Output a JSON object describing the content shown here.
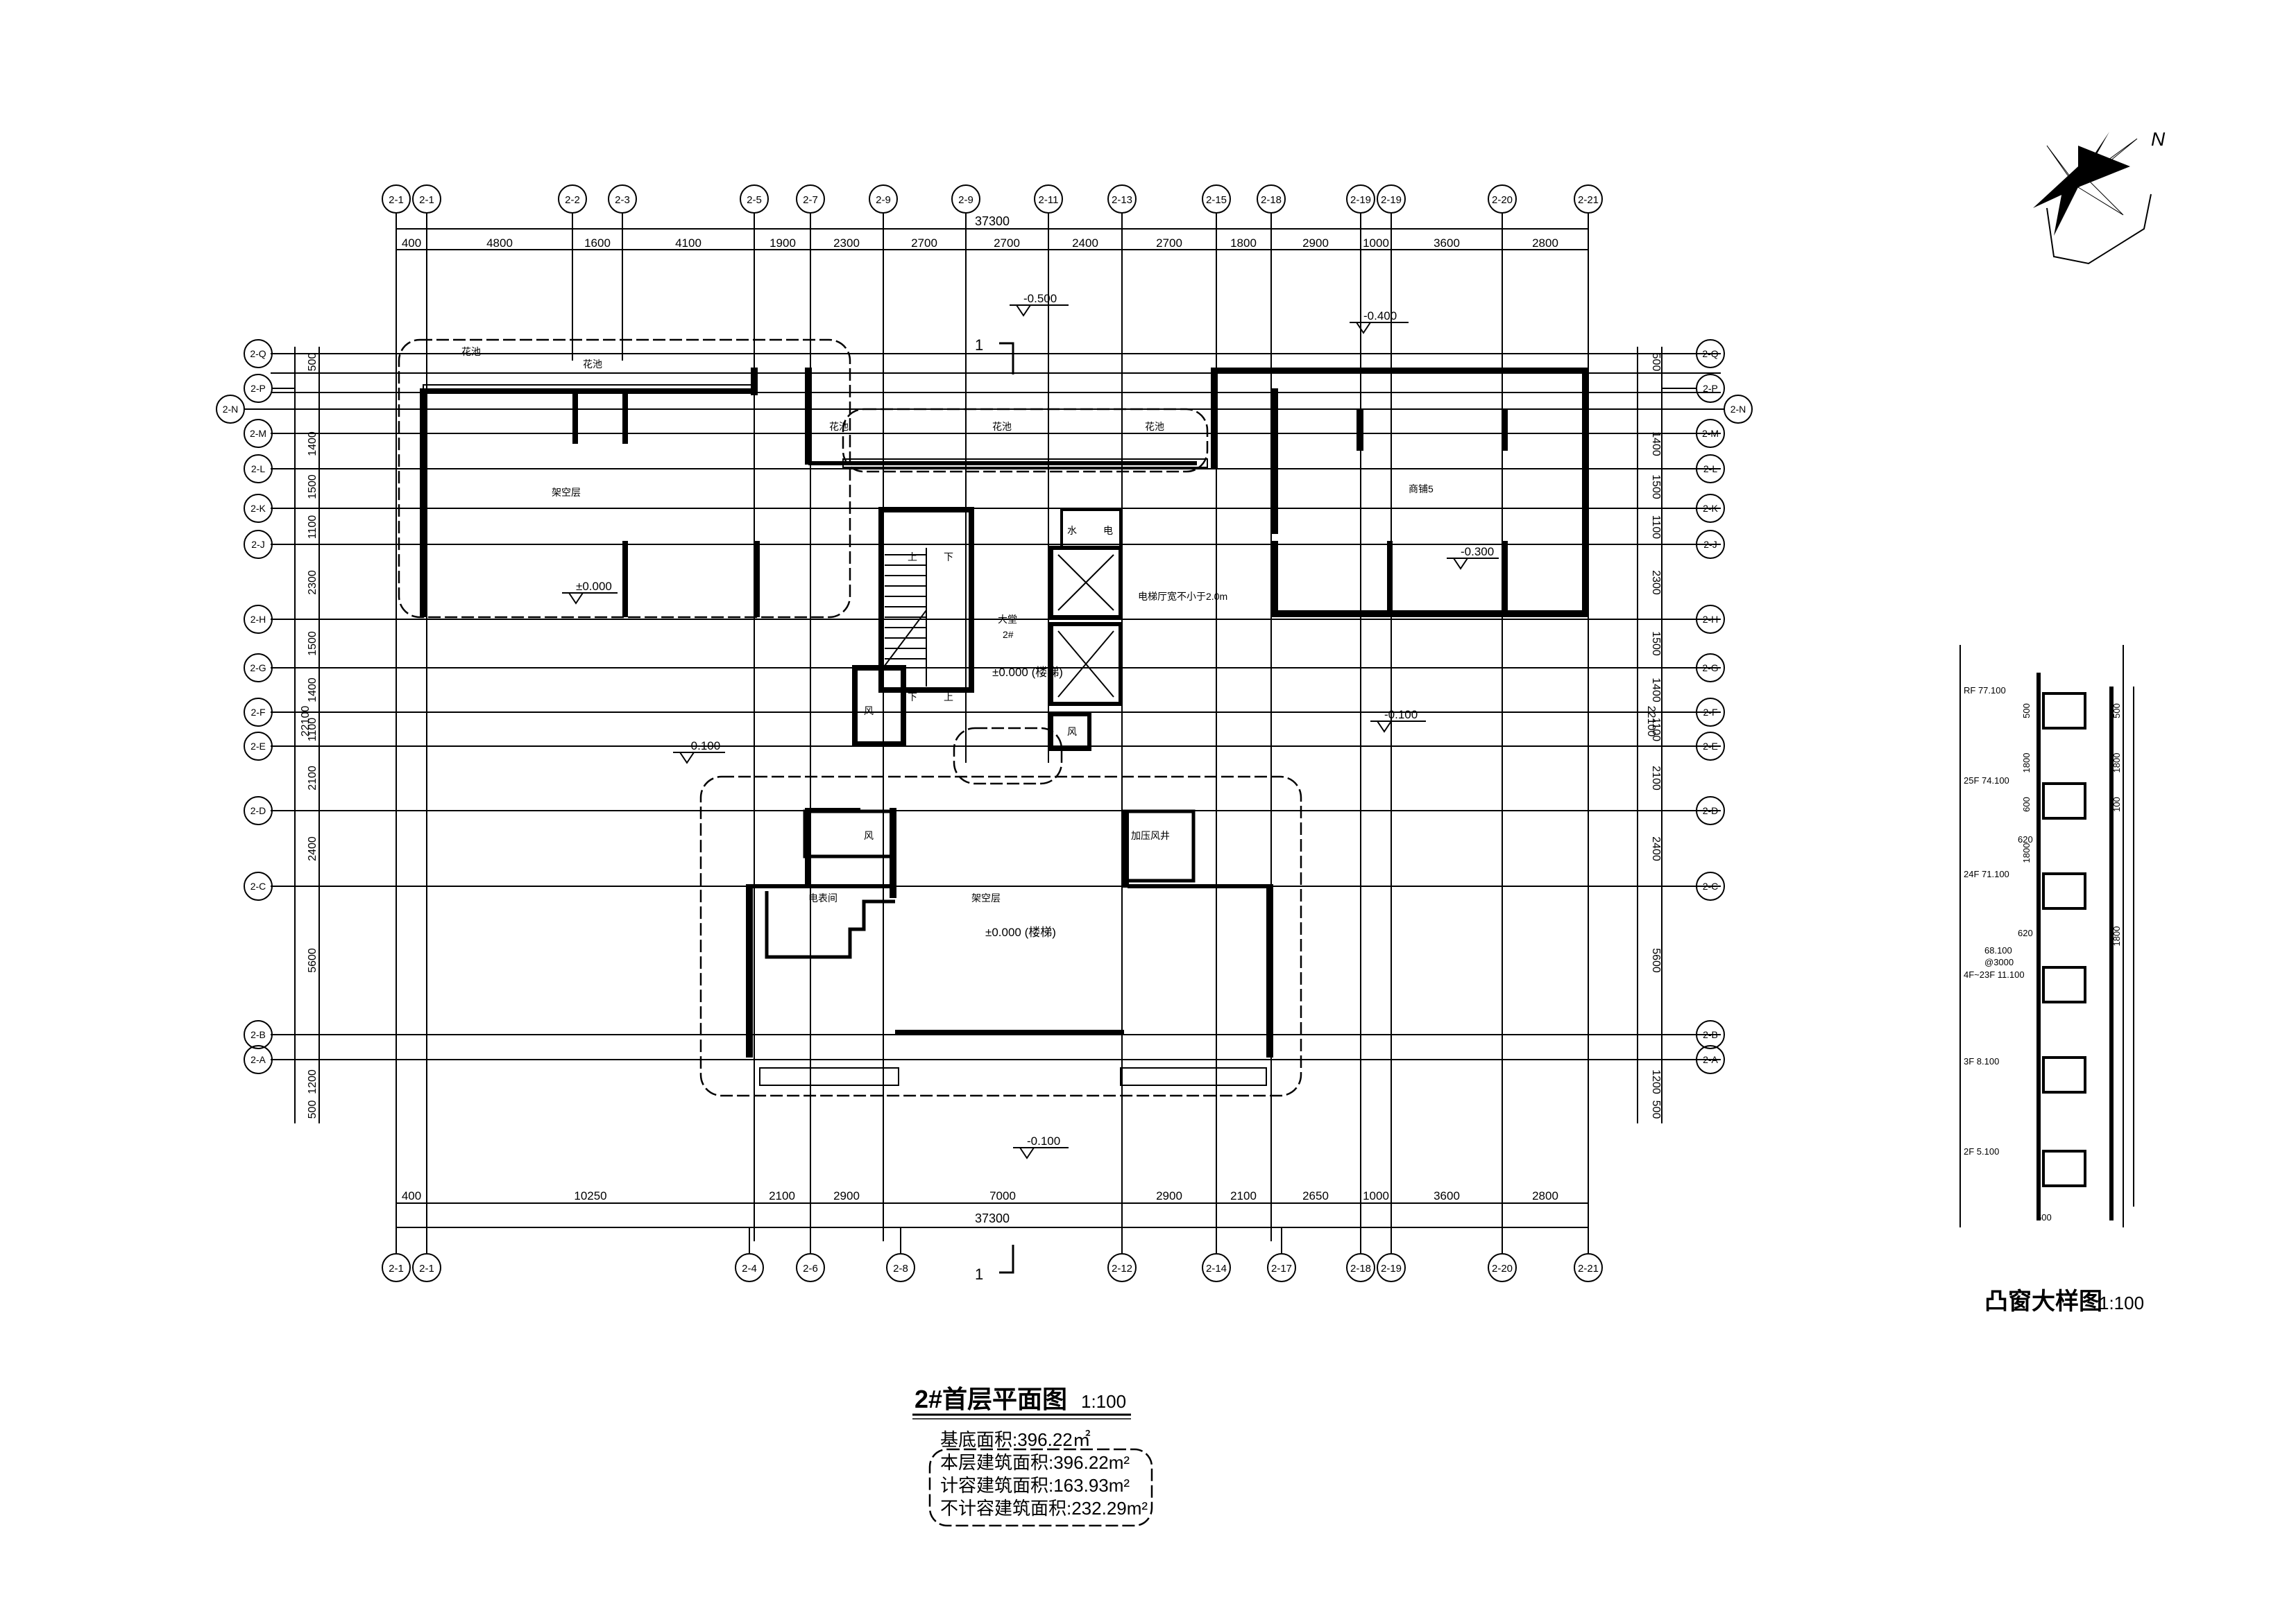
{
  "north_label": "N",
  "dims": {
    "top_total": "37300",
    "top_segments": [
      "400",
      "4800",
      "1600",
      "4100",
      "1900",
      "2300",
      "2700",
      "2700",
      "2400",
      "2700",
      "1800",
      "2900",
      "1000",
      "3600",
      "2800"
    ],
    "bottom_total": "37300",
    "bottom_segments": [
      "400",
      "10250",
      "2100",
      "2900",
      "7000",
      "2900",
      "2100",
      "2650",
      "1000",
      "3600",
      "2800"
    ],
    "left_total": "22100",
    "left_segments": [
      "500",
      "1400",
      "1500",
      "1100",
      "2300",
      "1500",
      "1400",
      "1100",
      "2100",
      "2400",
      "5600",
      "1200",
      "500"
    ],
    "right_total": "22100",
    "right_segments": [
      "500",
      "1400",
      "1500",
      "1100",
      "2300",
      "1500",
      "1400",
      "1100",
      "2100",
      "2400",
      "5600",
      "1200",
      "500"
    ]
  },
  "top_axes": [
    "2-1",
    "2-1",
    "2-2",
    "2-3",
    "2-5",
    "2-7",
    "2-9",
    "2-9",
    "2-11",
    "2-13",
    "2-15",
    "2-18",
    "2-19",
    "2-19",
    "2-20",
    "2-21"
  ],
  "bottom_axes": [
    "2-1",
    "2-1",
    "2-4",
    "2-6",
    "2-8",
    "2-12",
    "2-14",
    "2-17",
    "2-18",
    "2-19",
    "2-20",
    "2-21"
  ],
  "left_axes": [
    "2-Q",
    "2-P",
    "2-N",
    "2-M",
    "2-L",
    "2-K",
    "2-J",
    "2-H",
    "2-G",
    "2-F",
    "2-E",
    "2-D",
    "2-C",
    "2-B",
    "2-A"
  ],
  "right_axes": [
    "2-Q",
    "2-P",
    "2-N",
    "2-M",
    "2-L",
    "2-K",
    "2-J",
    "2-H",
    "2-G",
    "2-F",
    "2-E",
    "2-D",
    "2-C",
    "2-B",
    "2-A"
  ],
  "elevations": {
    "e1": "-0.500",
    "e2": "-0.400",
    "e3": "±0.000",
    "e4": "-0.300",
    "e5": "±0.000 (楼梯)",
    "e6": "-0.100",
    "e7": "-0.100",
    "e8": "±0.000 (楼梯)",
    "e9": "-0.100"
  },
  "section_mark": "1",
  "room_labels": {
    "void_left": "架空层",
    "shop": "商铺5",
    "lobby": "大堂",
    "lobby_no": "2#",
    "water": "水",
    "elec": "电",
    "stair_up": "上",
    "stair_down": "下",
    "vent": "风",
    "elec_room": "电表间",
    "void_south": "架空层",
    "pressure": "加压风井",
    "elevator_note": "电梯厅宽不小于2.0m",
    "flower_bed": "花池"
  },
  "bay_window": {
    "title": "凸窗大样图",
    "scale": "1:100",
    "levels": [
      "RF  77.100",
      "25F  74.100",
      "24F  71.100",
      "68.100",
      "@3000",
      "4F~23F  11.100",
      "3F  8.100",
      "2F  5.100"
    ],
    "dims": [
      "500",
      "1800",
      "600",
      "1800",
      "620",
      "500",
      "100"
    ]
  },
  "plan": {
    "title": "2#首层平面图",
    "scale": "1:100",
    "areas": [
      "基底面积:396.22㎡",
      "本层建筑面积:396.22m²",
      "计容建筑面积:163.93m²",
      "不计容建筑面积:232.29m²"
    ]
  }
}
